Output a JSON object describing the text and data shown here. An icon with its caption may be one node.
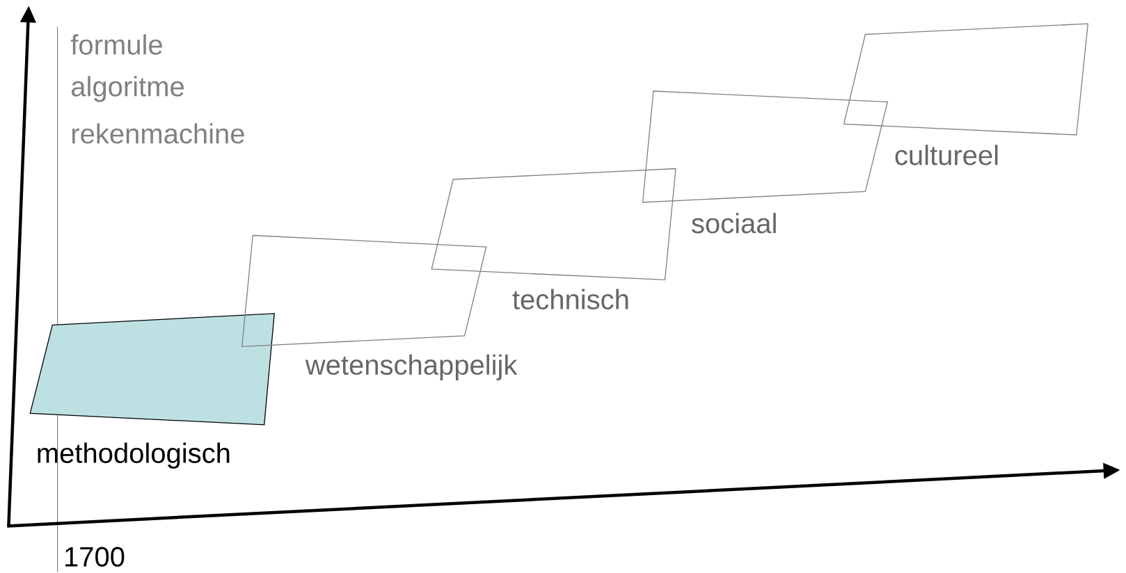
{
  "diagram": {
    "nodes": [
      {
        "text": [
          "methodologisch"
        ]
      },
      {
        "text": [
          "wetenschappelijk"
        ]
      },
      {
        "text": [
          "technisch"
        ]
      },
      {
        "text": [
          "sociaal"
        ]
      },
      {
        "text": [
          "cultureel"
        ]
      }
    ],
    "labels": [
      "formule",
      "algoritme",
      "rekenmachine",
      "1700"
    ]
  }
}
